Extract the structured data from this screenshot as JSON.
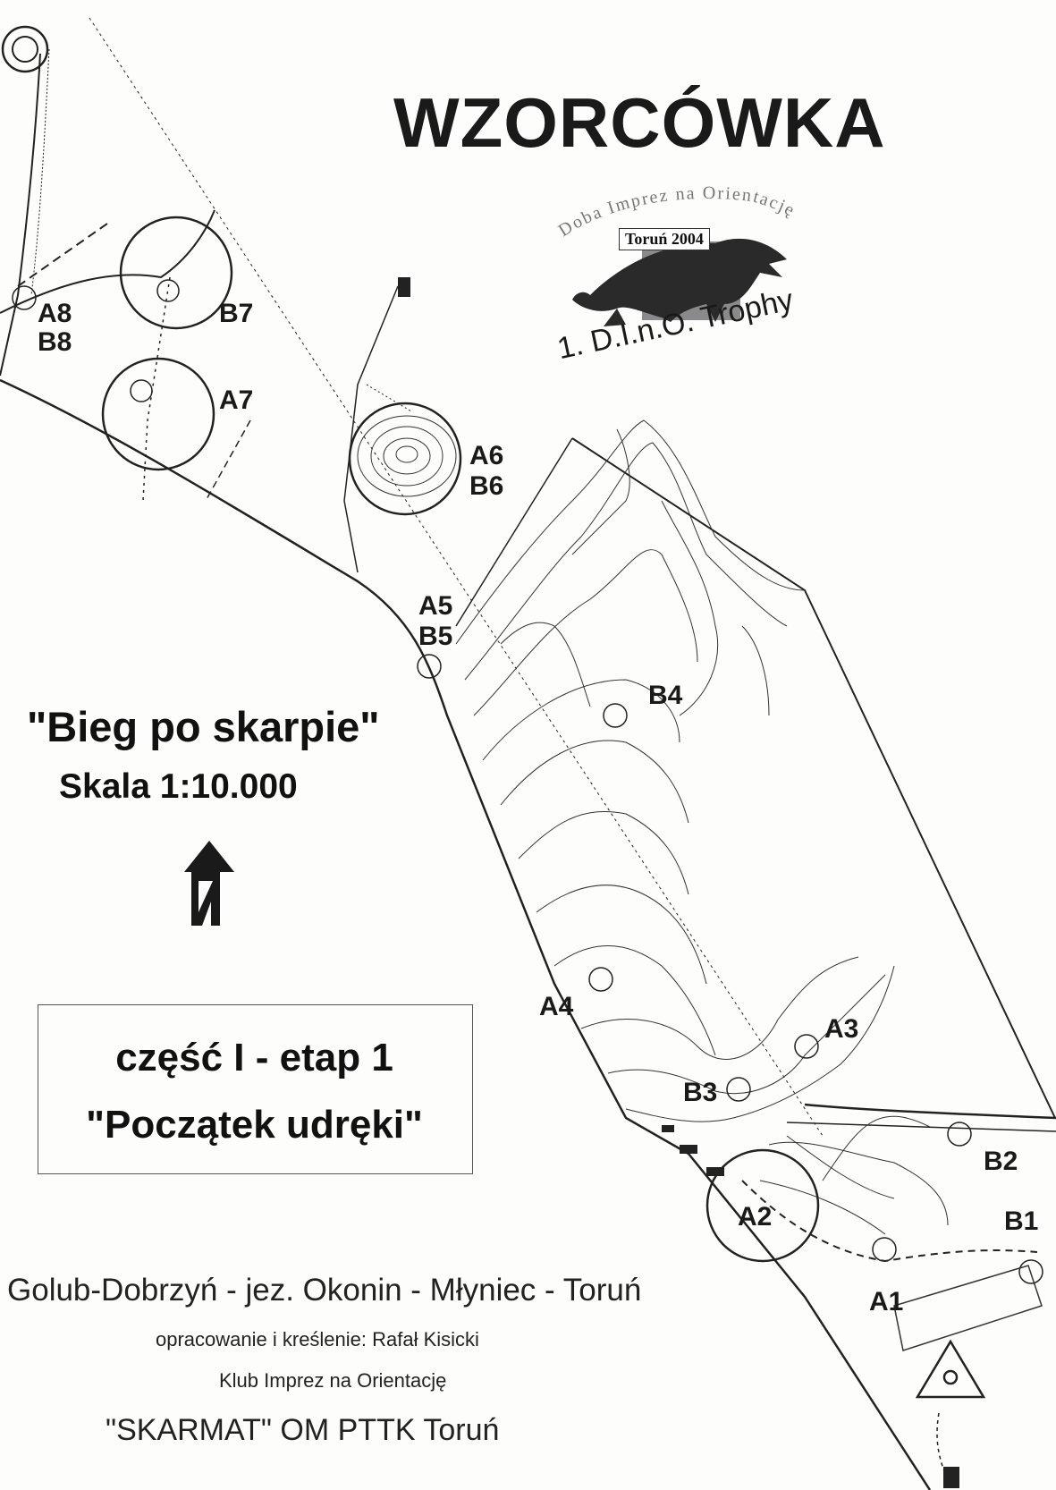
{
  "title": "WZORCÓWKA",
  "logo": {
    "arc_text": "Doba Imprez na Orientację",
    "badge": "Toruń 2004",
    "trophy": "1. D.I.n.O. Trophy"
  },
  "course": {
    "name": "\"Bieg po skarpie\"",
    "scale": "Skala 1:10.000"
  },
  "part": {
    "line1": "część I - etap 1",
    "line2": "\"Początek udręki\""
  },
  "controls": {
    "a1": "A1",
    "a2": "A2",
    "a3": "A3",
    "a4": "A4",
    "a5": "A5",
    "b5": "B5",
    "b4": "B4",
    "b3": "B3",
    "b2": "B2",
    "b1": "B1",
    "a6": "A6",
    "b6": "B6",
    "a7": "A7",
    "b7": "B7",
    "a8": "A8",
    "b8": "B8"
  },
  "footer": {
    "route": "Golub-Dobrzyń - jez. Okonin - Młyniec - Toruń",
    "author": "opracowanie i kreślenie: Rafał Kisicki",
    "club": "Klub Imprez na Orientację",
    "org": "\"SKARMAT\" OM PTTK Toruń"
  },
  "colors": {
    "ink": "#1a1a1a",
    "paper": "#fdfdfb",
    "logo_gray": "#8a8a8a"
  },
  "icons": [
    "north-arrow-icon",
    "start-triangle-icon",
    "dinosaur-icon",
    "building-icon"
  ]
}
